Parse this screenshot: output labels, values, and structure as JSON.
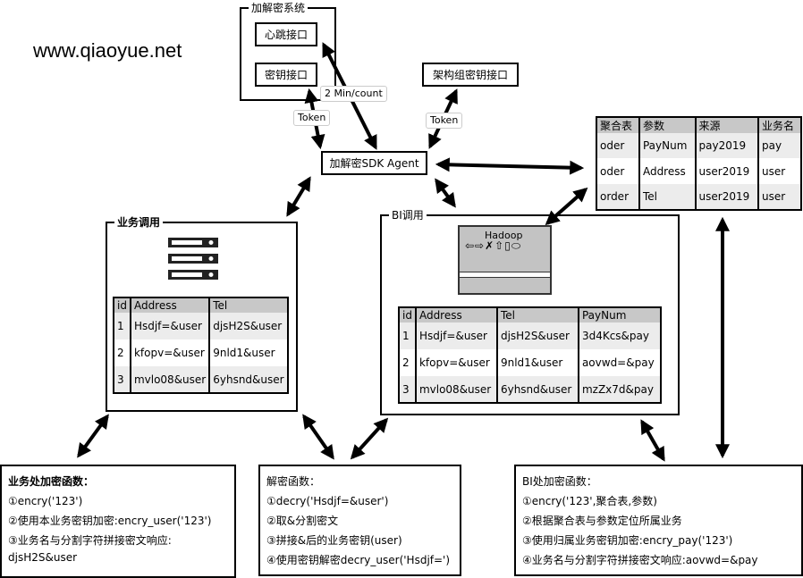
{
  "watermark": "www.qiaoyue.net",
  "crypto_system": {
    "title": "加解密系统",
    "heartbeat": "心跳接口",
    "key_api": "密钥接口"
  },
  "arch_key_api": "架构组密钥接口",
  "labels": {
    "heartbeat_rate": "2 Min/count",
    "token_left": "Token",
    "token_right": "Token"
  },
  "agent": "加解密SDK Agent",
  "agg_table": {
    "headers": [
      "聚合表",
      "参数",
      "来源",
      "业务名"
    ],
    "rows": [
      [
        "oder",
        "PayNum",
        "pay2019",
        "pay"
      ],
      [
        "oder",
        "Address",
        "user2019",
        "user"
      ],
      [
        "order",
        "Tel",
        "user2019",
        "user"
      ]
    ]
  },
  "business": {
    "title": "业务调用",
    "headers": [
      "id",
      "Address",
      "Tel"
    ],
    "rows": [
      [
        "1",
        "Hsdjf=&user",
        "djsH2S&user"
      ],
      [
        "2",
        "kfopv=&user",
        "9nld1&user"
      ],
      [
        "3",
        "mvlo08&user",
        "6yhsnd&user"
      ]
    ]
  },
  "bi": {
    "title": "BI调用",
    "hadoop": "Hadoop",
    "headers": [
      "id",
      "Address",
      "Tel",
      "PayNum"
    ],
    "rows": [
      [
        "1",
        "Hsdjf=&user",
        "djsH2S&user",
        "3d4Kcs&pay"
      ],
      [
        "2",
        "kfopv=&user",
        "9nld1&user",
        "aovwd=&pay"
      ],
      [
        "3",
        "mvlo08&user",
        "6yhsnd&user",
        "mzZx7d&pay"
      ]
    ]
  },
  "notes": {
    "business_encrypt": [
      "业务处加密函数：",
      "①encry('123')",
      "②使用本业务密钥加密:encry_user('123')",
      "③业务名与分割字符拼接密文响应:",
      "djsH2S&user"
    ],
    "decrypt": [
      "解密函数：",
      "①decry('Hsdjf=&user')",
      "②取&分割密文",
      "③拼接&后的业务密钥(user)",
      "④使用密钥解密decry_user('Hsdjf=')"
    ],
    "bi_encrypt": [
      "BI处加密函数：",
      "①encry('123',聚合表,参数)",
      "②根据聚合表与参数定位所属业务",
      "③使用归属业务密钥加密:encry_pay('123')",
      "④业务名与分割字符拼接密文响应:aovwd=&pay"
    ]
  }
}
